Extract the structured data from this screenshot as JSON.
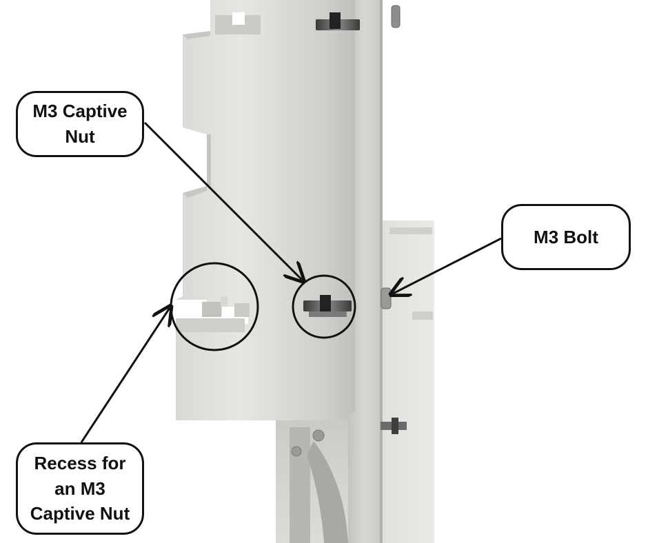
{
  "callouts": {
    "captive_nut": {
      "lines": [
        "M3 Captive",
        "Nut"
      ]
    },
    "bolt": {
      "lines": [
        "M3 Bolt"
      ]
    },
    "recess": {
      "lines": [
        "Recess for",
        "an M3",
        "Captive Nut"
      ]
    }
  },
  "colors": {
    "background": "#ffffff",
    "ink": "#111111",
    "plate_light": "#e4e4e0",
    "plate_mid": "#d2d2cd",
    "plate_shadow": "#b9b9b4",
    "metal": "#6e6e6e"
  }
}
